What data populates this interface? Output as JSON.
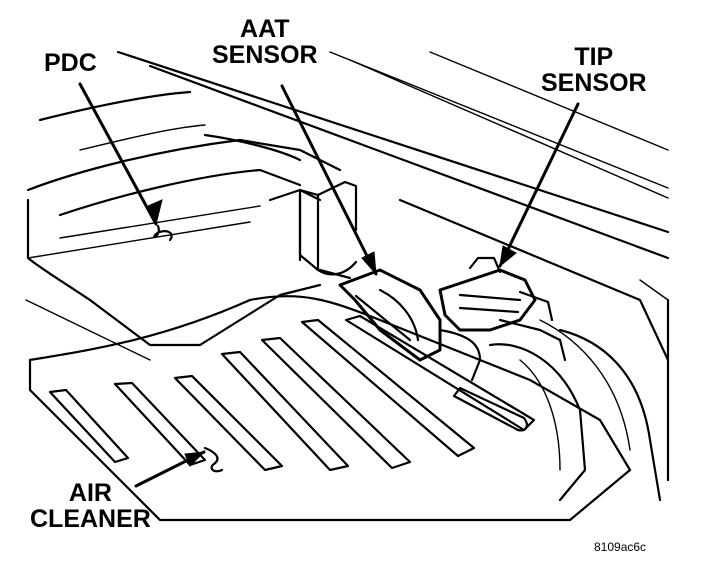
{
  "labels": {
    "pdc": "PDC",
    "aat_line1": "AAT",
    "aat_line2": "SENSOR",
    "tip_line1": "TIP",
    "tip_line2": "SENSOR",
    "air_line1": "AIR",
    "air_line2": "CLEANER"
  },
  "reference_code": "8109ac6c",
  "colors": {
    "ink": "#000000",
    "paper": "#ffffff"
  }
}
